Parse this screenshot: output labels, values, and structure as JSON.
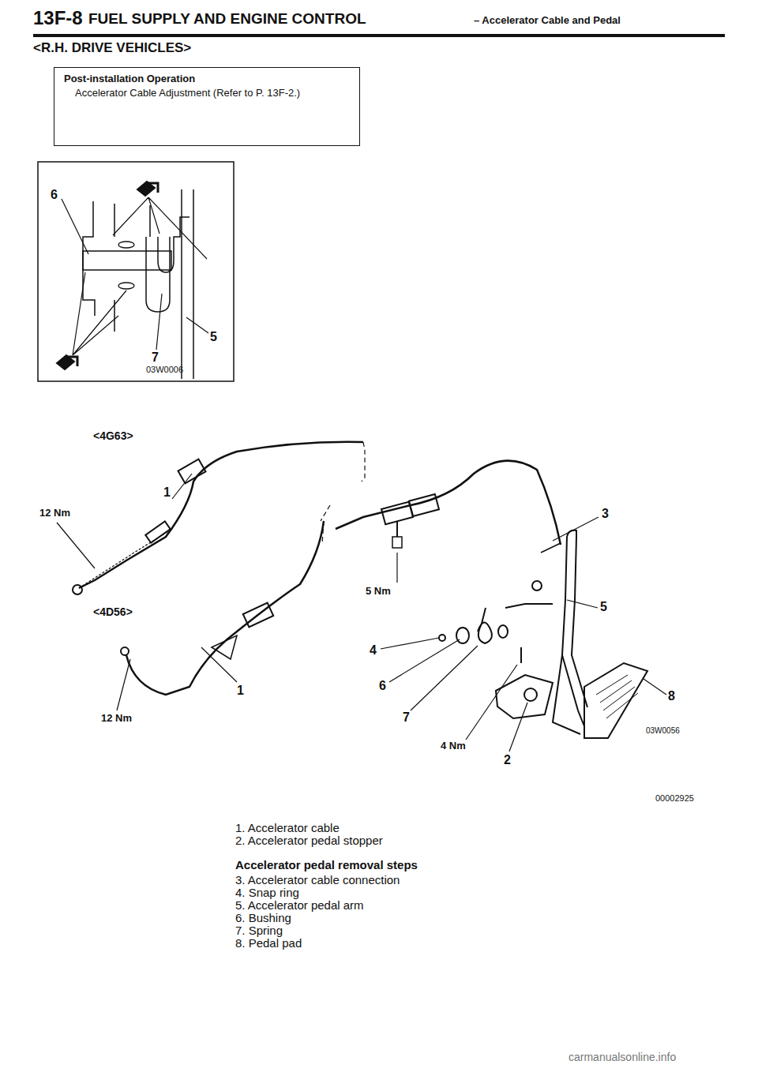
{
  "diagram": {
    "title": "FUEL SUPPLY AND ENGINE CONTROL",
    "nodes": [
      {
        "text": [
          "Post-installation Operation",
          "Accelerator Cable Adjustment (Refer to P. 13F-2.)"
        ]
      }
    ],
    "labels": [
      "13F-8",
      "– Accelerator Cable and Pedal",
      "<R.H. DRIVE VEHICLES>",
      "6",
      "7",
      "5",
      "03W0006",
      "<4G63>",
      "1",
      "12 Nm",
      "3",
      "5 Nm",
      "5",
      "<4D56>",
      "4",
      "6",
      "1",
      "8",
      "12 Nm",
      "7",
      "03W0056",
      "4 Nm",
      "2",
      "00002925",
      "1. Accelerator cable",
      "2. Accelerator pedal stopper",
      "Accelerator pedal removal steps",
      "3. Accelerator cable connection",
      "4. Snap ring",
      "5. Accelerator pedal arm",
      "6. Bushing",
      "7. Spring",
      "8. Pedal pad",
      "carmanualsonline.info"
    ]
  }
}
